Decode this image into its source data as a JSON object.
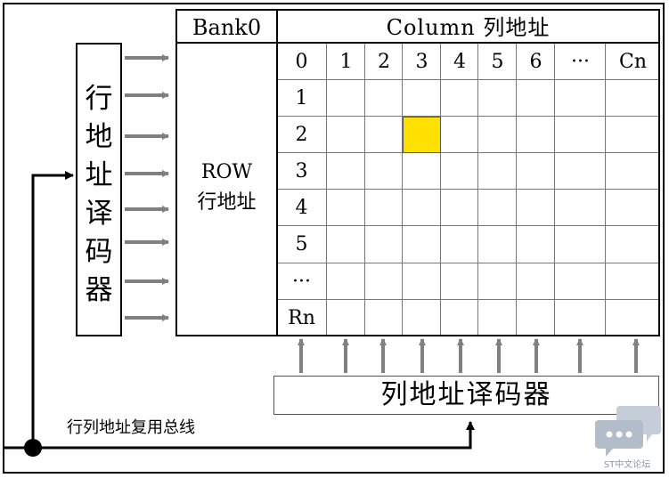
{
  "row_decoder": {
    "label": "行地址译码器"
  },
  "bank": {
    "label": "Bank0"
  },
  "column": {
    "label": "Column 列地址"
  },
  "row": {
    "label_en": "ROW",
    "label_cn": "行地址"
  },
  "column_labels": [
    "0",
    "1",
    "2",
    "3",
    "4",
    "5",
    "6",
    "···",
    "Cn"
  ],
  "row_labels": [
    "1",
    "2",
    "3",
    "4",
    "5",
    "···",
    "Rn"
  ],
  "highlighted_cell": {
    "row": "2",
    "column": "3"
  },
  "column_decoder": {
    "label": "列地址译码器"
  },
  "bus": {
    "label": "行列地址复用总线"
  },
  "watermark": {
    "label": "ST中文论坛"
  },
  "colors": {
    "highlight": "#ffe000",
    "arrow": "#808080",
    "line": "#000000",
    "watermark": "#c5ced8"
  }
}
